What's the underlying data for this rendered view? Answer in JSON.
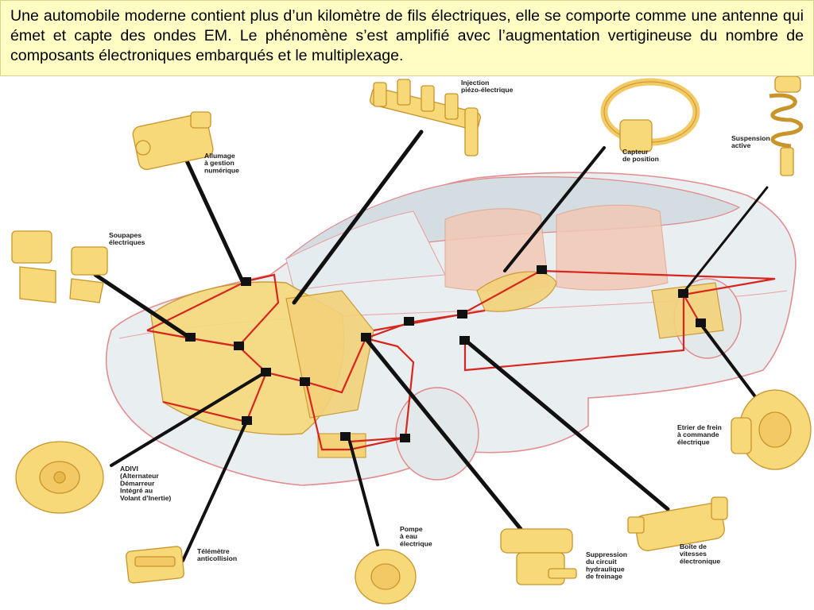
{
  "caption": "Une automobile moderne contient plus d’un kilomètre de fils électriques, elle se comporte comme une antenne qui émet et capte des ondes EM. Le phénomène s’est amplifié avec l’augmentation vertigineuse du nombre de composants électroniques embarqués et le multiplexage.",
  "labels": {
    "injection": [
      "Injection",
      "piézo-électrique"
    ],
    "allumage": [
      "Allumage",
      "à gestion",
      "numérique"
    ],
    "capteur": [
      "Capteur",
      "de position"
    ],
    "suspension": [
      "Suspension",
      "active"
    ],
    "soupapes": [
      "Soupapes",
      "électriques"
    ],
    "adivi": [
      "ADIVI",
      "(Alternateur",
      "Démarreur",
      "Intégré au",
      "Volant d’Inertie)"
    ],
    "telemetre": [
      "Télémètre",
      "anticollision"
    ],
    "pompe": [
      "Pompe",
      "à eau",
      "électrique"
    ],
    "suppression": [
      "Suppression",
      "du circuit",
      "hydraulique",
      "de freinage"
    ],
    "boite": [
      "Boîte de",
      "vitesses",
      "électronique"
    ],
    "etrier": [
      "Etrier de frein",
      "à commande",
      "électrique"
    ]
  },
  "colors": {
    "caption_bg": "#fffdc4",
    "component": "#f7d97a",
    "component_stroke": "#c9942a",
    "wiring": "#d7261e",
    "module": "#111111",
    "body_shell": "#dfe6ea",
    "body_outline": "#e2878a"
  }
}
